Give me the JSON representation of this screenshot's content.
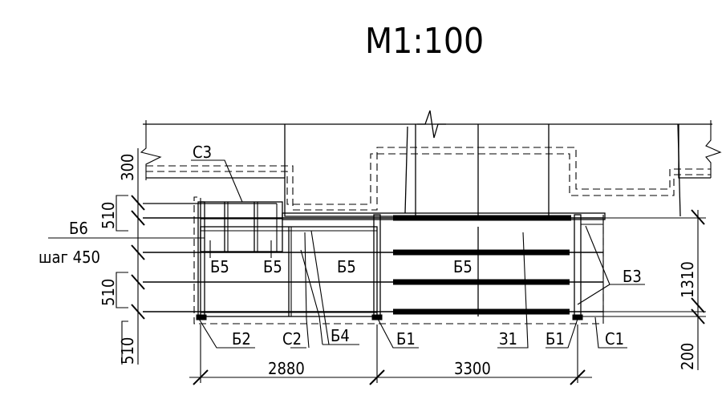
{
  "title": "М1:100",
  "labels": {
    "c3": "С3",
    "b6": "Б6",
    "step": "шаг 450",
    "b5_1": "Б5",
    "b5_2": "Б5",
    "b5_3": "Б5",
    "b5_4": "Б5",
    "b3": "Б3",
    "b2": "Б2",
    "c2": "С2",
    "b4": "Б4",
    "b1_left": "Б1",
    "z1": "З1",
    "b1_right": "Б1",
    "c1": "С1"
  },
  "dimensions": {
    "d300": "300",
    "d510_top": "510",
    "d510_mid": "510",
    "d510_bot": "510",
    "d1310": "1310",
    "d200": "200",
    "d2880": "2880",
    "d3300": "3300"
  },
  "colors": {
    "line": "#000000",
    "background": "#ffffff"
  }
}
